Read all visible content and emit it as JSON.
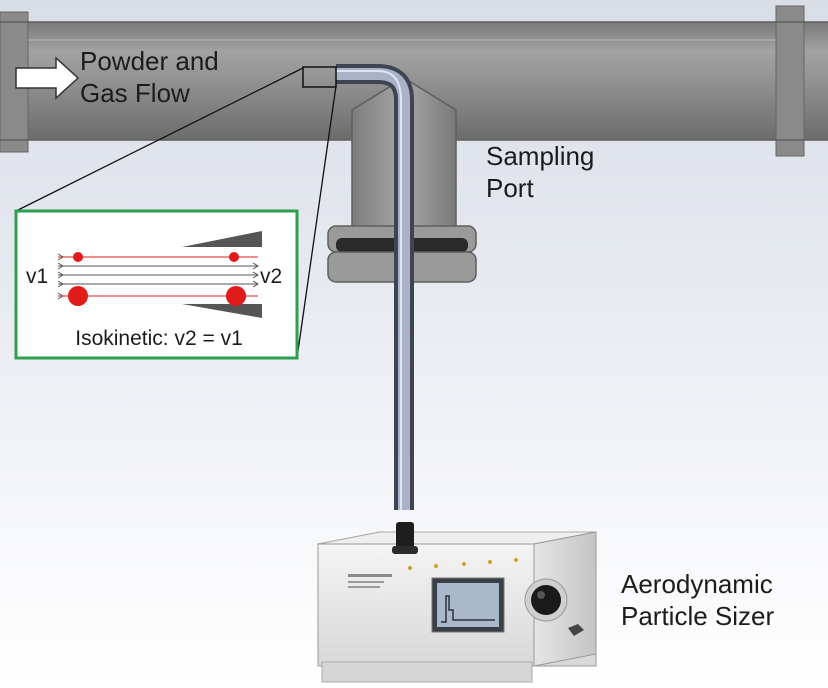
{
  "labels": {
    "flow_line1": "Powder and",
    "flow_line2": "Gas Flow",
    "port_line1": "Sampling",
    "port_line2": "Port",
    "inset_v1": "v1",
    "inset_v2": "v2",
    "inset_caption": "Isokinetic: v2 = v1",
    "instrument_line1": "Aerodynamic",
    "instrument_line2": "Particle Sizer"
  },
  "colors": {
    "pipe": "#8c8c8c",
    "pipe_dark": "#6e6e6e",
    "inset_border": "#2e9e4f",
    "streamline_red": "#e11b1b",
    "particle": "#e11b1b",
    "probe": "#7b8496"
  },
  "icons": {
    "flow_arrow": "right-arrow-icon"
  }
}
